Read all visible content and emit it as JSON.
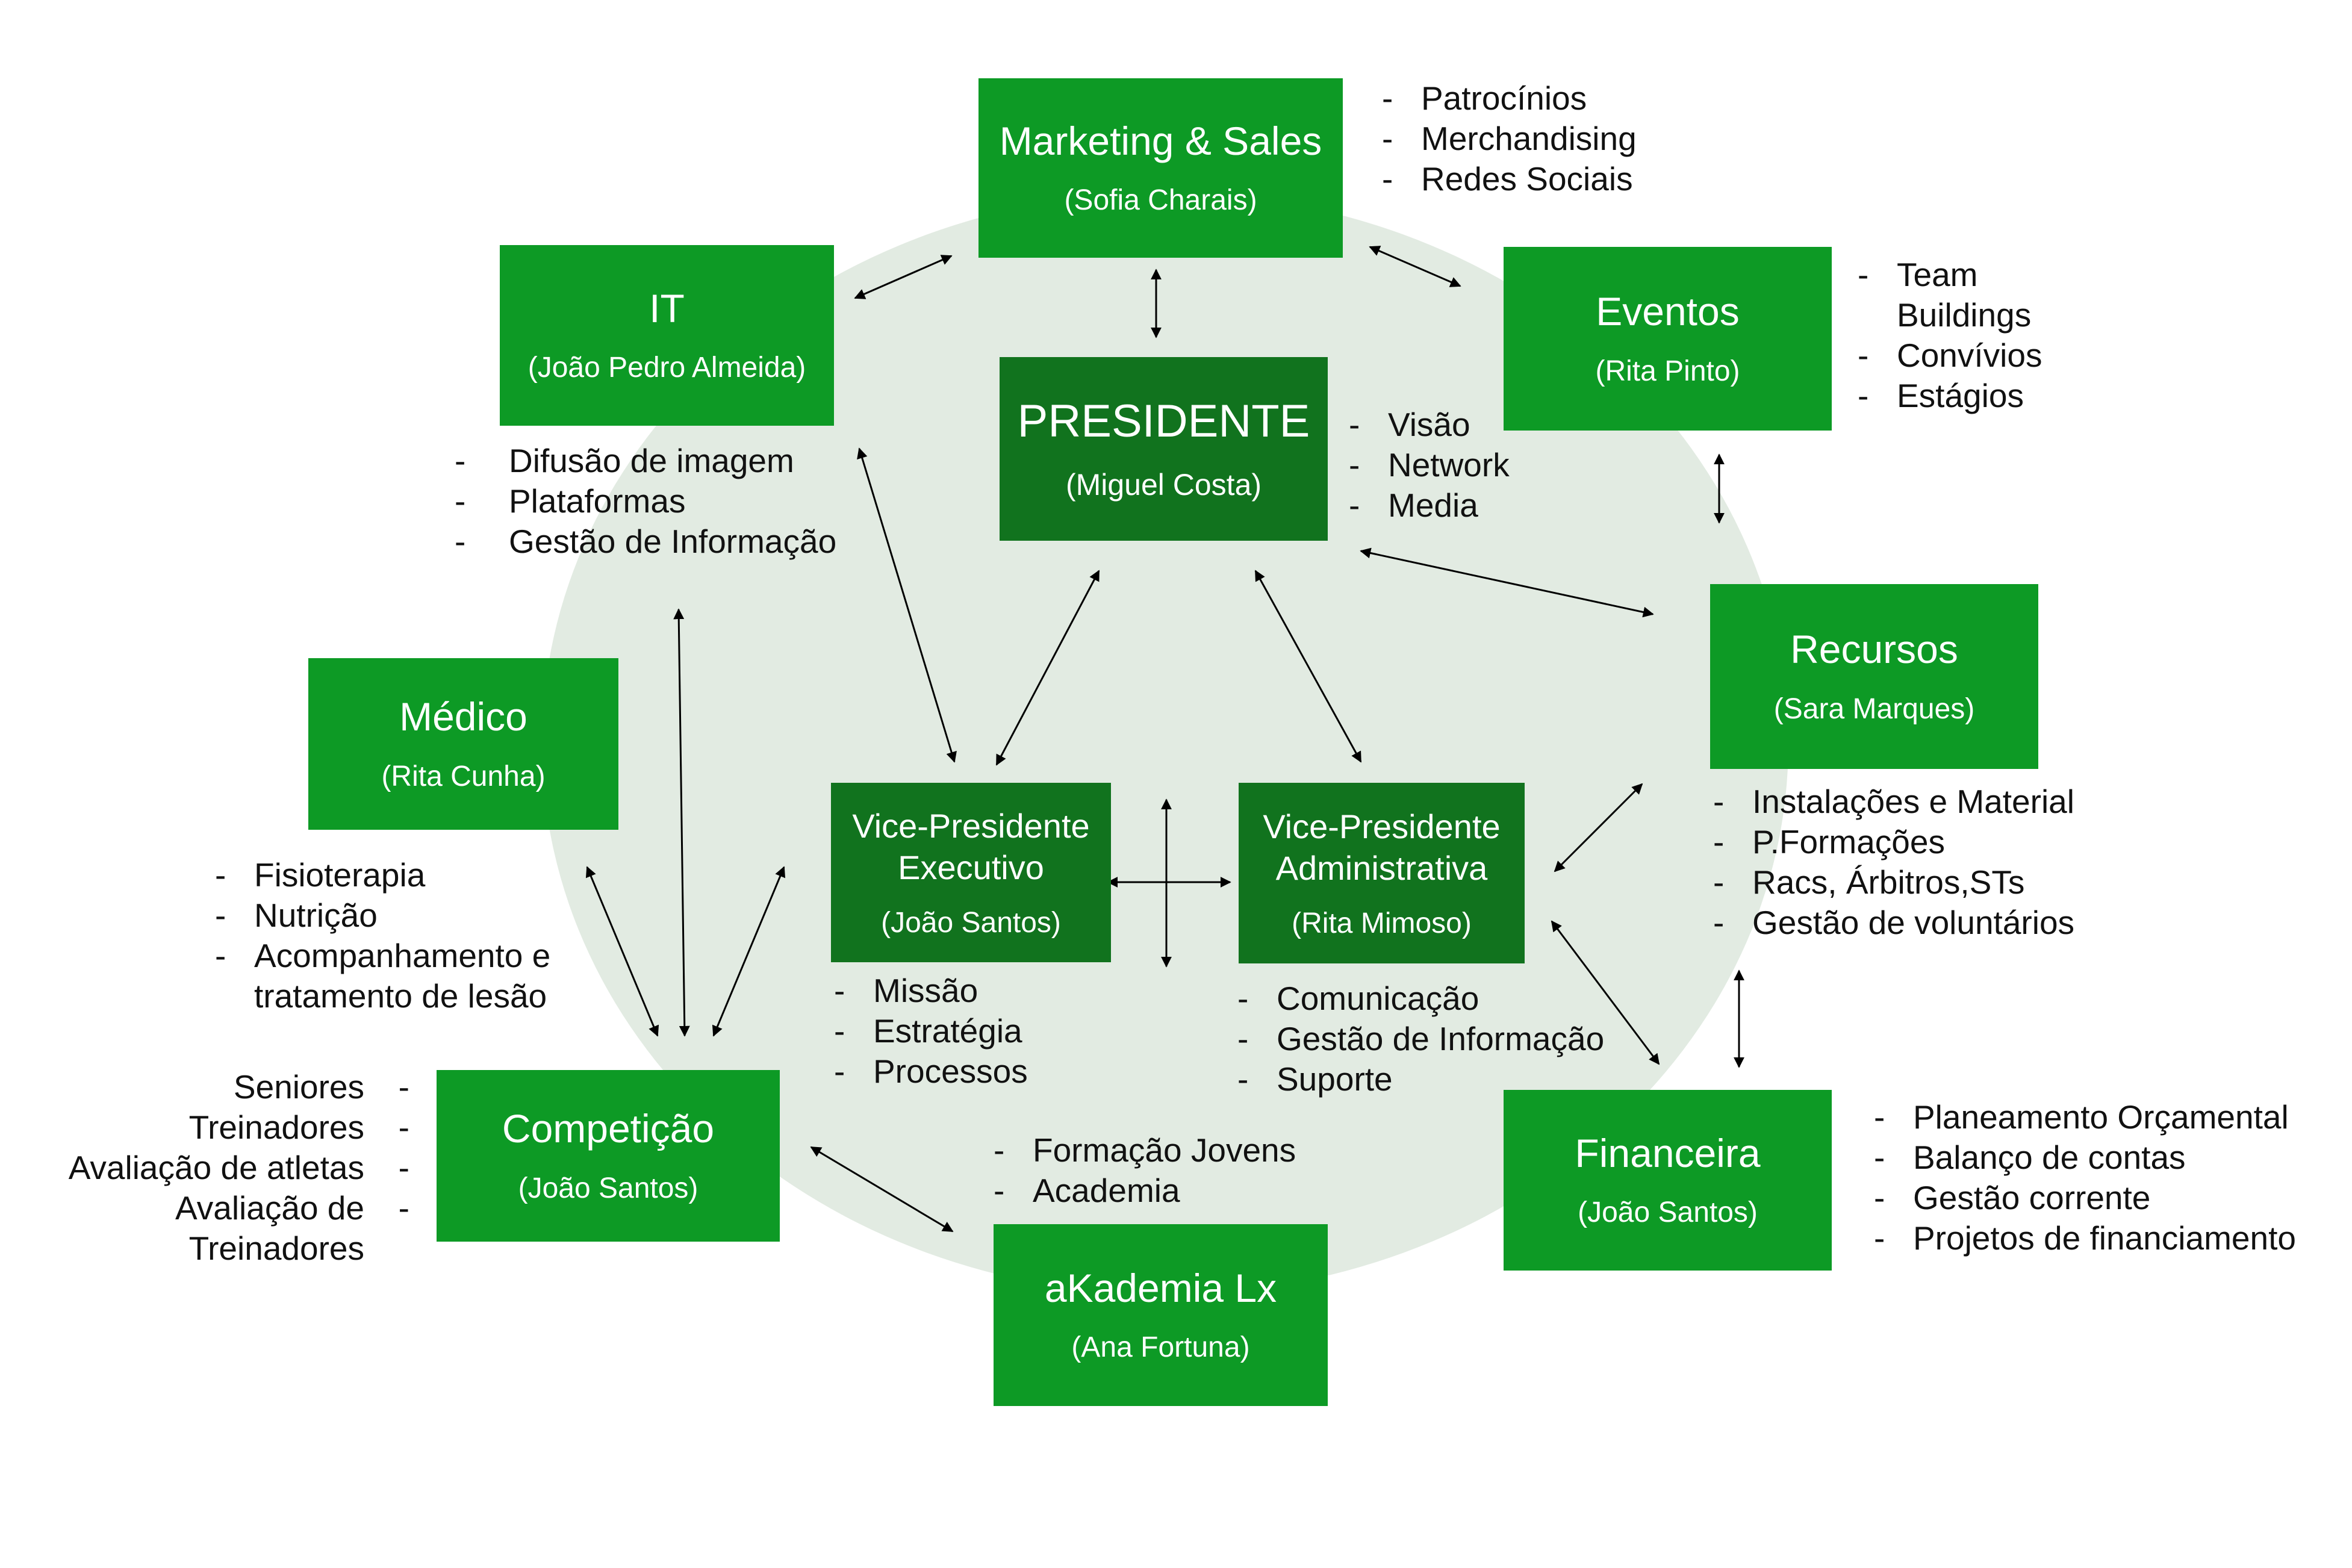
{
  "nodes": {
    "marketing": {
      "title": "Marketing & Sales",
      "person": "(Sofia Charais)"
    },
    "it": {
      "title": "IT",
      "person": "(João Pedro Almeida)"
    },
    "eventos": {
      "title": "Eventos",
      "person": "(Rita Pinto)"
    },
    "presidente": {
      "title": "PRESIDENTE",
      "person": "(Miguel Costa)"
    },
    "medico": {
      "title": "Médico",
      "person": "(Rita Cunha)"
    },
    "recursos": {
      "title": "Recursos",
      "person": "(Sara Marques)"
    },
    "vp_exec": {
      "title": "Vice-Presidente Executivo",
      "person": "(João Santos)"
    },
    "vp_admin": {
      "title": "Vice-Presidente Administrativa",
      "person": "(Rita Mimoso)"
    },
    "competicao": {
      "title": "Competição",
      "person": "(João Santos)"
    },
    "financeira": {
      "title": "Financeira",
      "person": "(João Santos)"
    },
    "akademia": {
      "title": "aKademia Lx",
      "person": "(Ana Fortuna)"
    }
  },
  "lists": {
    "marketing": [
      "Patrocínios",
      "Merchandising",
      "Redes Sociais"
    ],
    "eventos": [
      "Team Buildings",
      "Convívios",
      "Estágios"
    ],
    "presidente": [
      "Visão",
      "Network",
      "Media"
    ],
    "it": [
      "Difusão de imagem",
      "Plataformas",
      "Gestão de Informação"
    ],
    "recursos": [
      "Instalações e Material",
      "P.Formações",
      "Racs, Árbitros,STs",
      "Gestão de voluntários"
    ],
    "medico": [
      "Fisioterapia",
      "Nutrição",
      "Acompanhamento e tratamento de lesão"
    ],
    "vp_exec": [
      "Missão",
      "Estratégia",
      "Processos"
    ],
    "vp_admin": [
      "Comunicação",
      "Gestão de Informação",
      "Suporte"
    ],
    "competicao": [
      "Seniores",
      "Treinadores",
      "Avaliação de atletas",
      "Avaliação de Treinadores"
    ],
    "akademia": [
      "Formação Jovens",
      "Academia"
    ],
    "financeira": [
      "Planeamento Orçamental",
      "Balanço de contas",
      "Gestão corrente",
      "Projetos de financiamento"
    ]
  },
  "colors": {
    "node": "#0d9a25",
    "node_dark": "#11731e",
    "background_circle": "#e2ebe2",
    "arrow": "#000000",
    "text": "#111111"
  }
}
